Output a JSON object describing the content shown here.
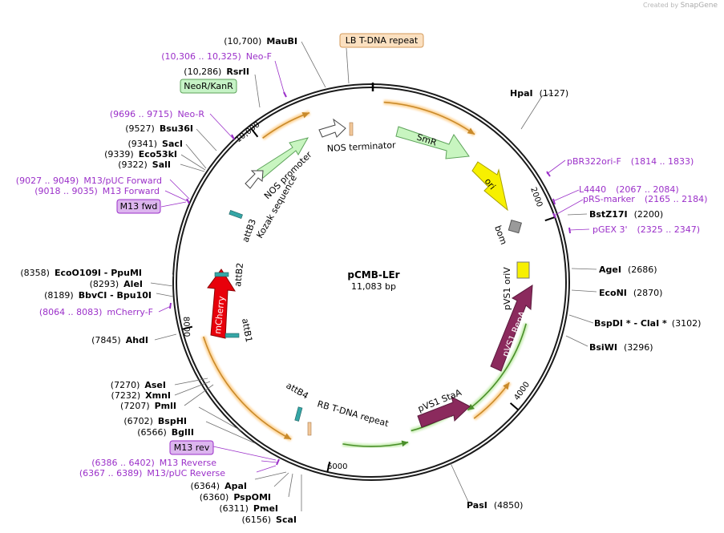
{
  "credit": {
    "prefix": "Created by",
    "brand": "SnapGene"
  },
  "plasmid": {
    "name": "pCMB-LEr",
    "length": "11,083 bp"
  },
  "ticks": [
    "2000",
    "4000",
    "6000",
    "8000",
    "10,000"
  ],
  "sites": [
    {
      "pos": "(1127)",
      "name": "HpaI"
    },
    {
      "pos": "(2200)",
      "name": "BstZ17I"
    },
    {
      "pos": "(2686)",
      "name": "AgeI"
    },
    {
      "pos": "(2870)",
      "name": "EcoNI"
    },
    {
      "pos": "(3102)",
      "name": "BspDI * - ClaI *"
    },
    {
      "pos": "(3296)",
      "name": "BsiWI"
    },
    {
      "pos": "(4850)",
      "name": "PasI"
    },
    {
      "pos": "(6156)",
      "name": "ScaI"
    },
    {
      "pos": "(6311)",
      "name": "PmeI"
    },
    {
      "pos": "(6360)",
      "name": "PspOMI"
    },
    {
      "pos": "(6364)",
      "name": "ApaI"
    },
    {
      "pos": "(6566)",
      "name": "BglII"
    },
    {
      "pos": "(6702)",
      "name": "BspHI"
    },
    {
      "pos": "(7207)",
      "name": "PmlI"
    },
    {
      "pos": "(7232)",
      "name": "XmnI"
    },
    {
      "pos": "(7270)",
      "name": "AseI"
    },
    {
      "pos": "(7845)",
      "name": "AhdI"
    },
    {
      "pos": "(8189)",
      "name": "BbvCI - Bpu10I"
    },
    {
      "pos": "(8293)",
      "name": "AleI"
    },
    {
      "pos": "(8358)",
      "name": "EcoO109I - PpuMI"
    },
    {
      "pos": "(9322)",
      "name": "SalI"
    },
    {
      "pos": "(9339)",
      "name": "Eco53kI"
    },
    {
      "pos": "(9341)",
      "name": "SacI"
    },
    {
      "pos": "(9527)",
      "name": "Bsu36I"
    },
    {
      "pos": "(10,286)",
      "name": "RsrII"
    },
    {
      "pos": "(10,700)",
      "name": "MauBI"
    }
  ],
  "primers": [
    {
      "name": "pBR322ori-F",
      "range": "(1814 .. 1833)"
    },
    {
      "name": "L4440",
      "range": "(2067 .. 2084)"
    },
    {
      "name": "pRS-marker",
      "range": "(2165 .. 2184)"
    },
    {
      "name": "pGEX 3'",
      "range": "(2325 .. 2347)"
    },
    {
      "name": "M13 Reverse",
      "range": "(6386 .. 6402)"
    },
    {
      "name": "M13/pUC Reverse",
      "range": "(6367 .. 6389)"
    },
    {
      "name": "mCherry-F",
      "range": "(8064 .. 8083)"
    },
    {
      "name": "M13 Forward",
      "range": "(9018 .. 9035)"
    },
    {
      "name": "M13/pUC Forward",
      "range": "(9027 .. 9049)"
    },
    {
      "name": "Neo-R",
      "range": "(9696 .. 9715)"
    },
    {
      "name": "Neo-F",
      "range": "(10,306 .. 10,325)"
    }
  ],
  "boxed_labels": {
    "lb_repeat": "LB T-DNA repeat",
    "neor": "NeoR/KanR",
    "m13_fwd": "M13 fwd",
    "m13_rev": "M13 rev"
  },
  "features": {
    "nos_terminator": "NOS terminator",
    "smr": "SmR",
    "ori": "ori",
    "bom": "bom",
    "pvs1_oriv": "pVS1 oriV",
    "pvs1_repa": "pVS1 RepA",
    "pvs1_staa": "pVS1 StaA",
    "rb_repeat": "RB T-DNA repeat",
    "attb4": "attB4",
    "attb1": "attB1",
    "mcherry": "mCherry",
    "attb2": "attB2",
    "attb3": "attB3",
    "kozak": "Kozak sequence",
    "nos_promoter": "NOS promoter"
  },
  "colors": {
    "primer": "#9b30c9",
    "smr": "#c8f5c0",
    "ori": "#f7f000",
    "mcherry": "#e8000b",
    "repa": "#8b2a5d",
    "lb_box": "#fbe0c0",
    "neor_box": "#c6f3c6",
    "m13_box": "#dcb5ee"
  }
}
